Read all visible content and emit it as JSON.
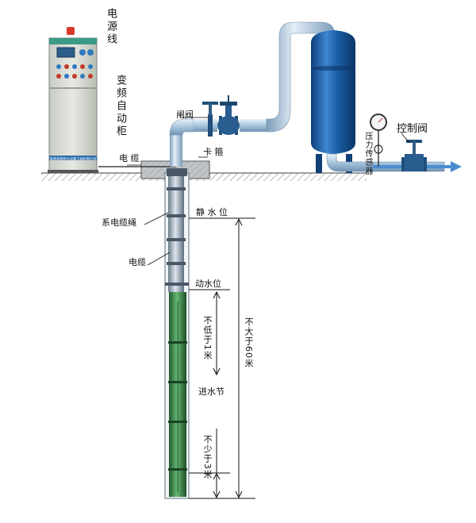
{
  "labels": {
    "power_line": "电源线",
    "vfd_cabinet": "变频自动柜",
    "gate_valve": "闸阀",
    "cable_top": "电 缆",
    "clamp": "卡 箍",
    "control_valve": "控制阀",
    "pressure_sensor": "压力传感器",
    "static_level": "静 水 位",
    "cable_rope": "系电缆绳",
    "cable_mid": "电缆",
    "dynamic_level": "动水位",
    "min_1m": "不低于1米",
    "max_60m": "不大于60米",
    "inlet": "进水节",
    "min_3m": "不少于3米",
    "cabinet_plate": "某某变频供水设备工程有限公司"
  },
  "colors": {
    "pipe": "#b9d3e6",
    "tank": "#1c5fa8",
    "cabinet": "#d9ddd6",
    "pump_green": "#3a8f4a",
    "ground": "#8a8a8a",
    "arrow": "#4a8ccf"
  }
}
